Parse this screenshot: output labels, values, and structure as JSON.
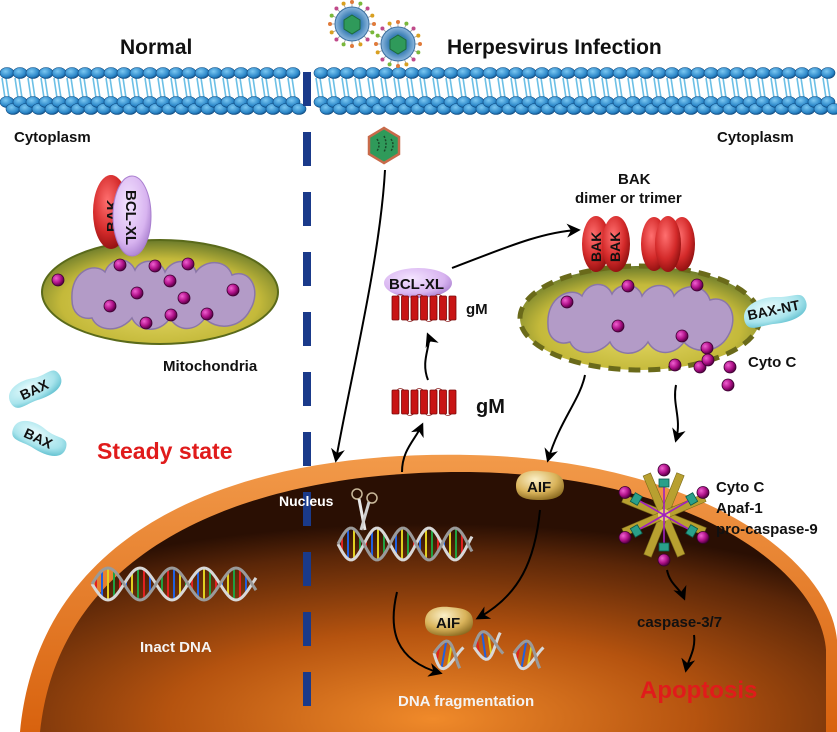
{
  "panels": {
    "left_title": "Normal",
    "right_title": "Herpesvirus Infection"
  },
  "labels": {
    "cytoplasm_left": "Cytoplasm",
    "cytoplasm_right": "Cytoplasm",
    "mitochondria": "Mitochondria",
    "steady_state": "Steady state",
    "nucleus": "Nucleus",
    "inact_dna": "Inact DNA",
    "dna_fragmentation": "DNA fragmentation",
    "bak_oligomer_line1": "BAK",
    "bak_oligomer_line2": "dimer or trimer",
    "cyto_c_release": "Cyto C",
    "apoptosome_line1": "Cyto C",
    "apoptosome_line2": "Apaf-1",
    "apoptosome_line3": "pro-caspase-9",
    "caspase": "caspase-3/7",
    "apoptosis": "Apoptosis"
  },
  "proteins": {
    "bak": "BAK",
    "bcl_xl": "BCL-XL",
    "bax": "BAX",
    "bax_nt": "BAX-NT",
    "gm": "gM",
    "aif": "AIF"
  },
  "colors": {
    "divider": "#1a3a8a",
    "alert_red": "#e01b1b",
    "membrane_head": "#2a86c8",
    "membrane_tail": "#6cc0e6",
    "nucleus_outer": "#e0731c",
    "nucleus_inner": "#3a1a08",
    "bak_red": "#d42a2a",
    "bcl_xl_purple": "#d8b4f0",
    "bax_cyan": "#a8e4ec",
    "gm_red": "#c81414",
    "cyto_c_magenta": "#b0128a",
    "aif_gold": "#d9b35a",
    "mito_yellow": "#c9c233",
    "cristae_purple": "#b39bc7"
  }
}
